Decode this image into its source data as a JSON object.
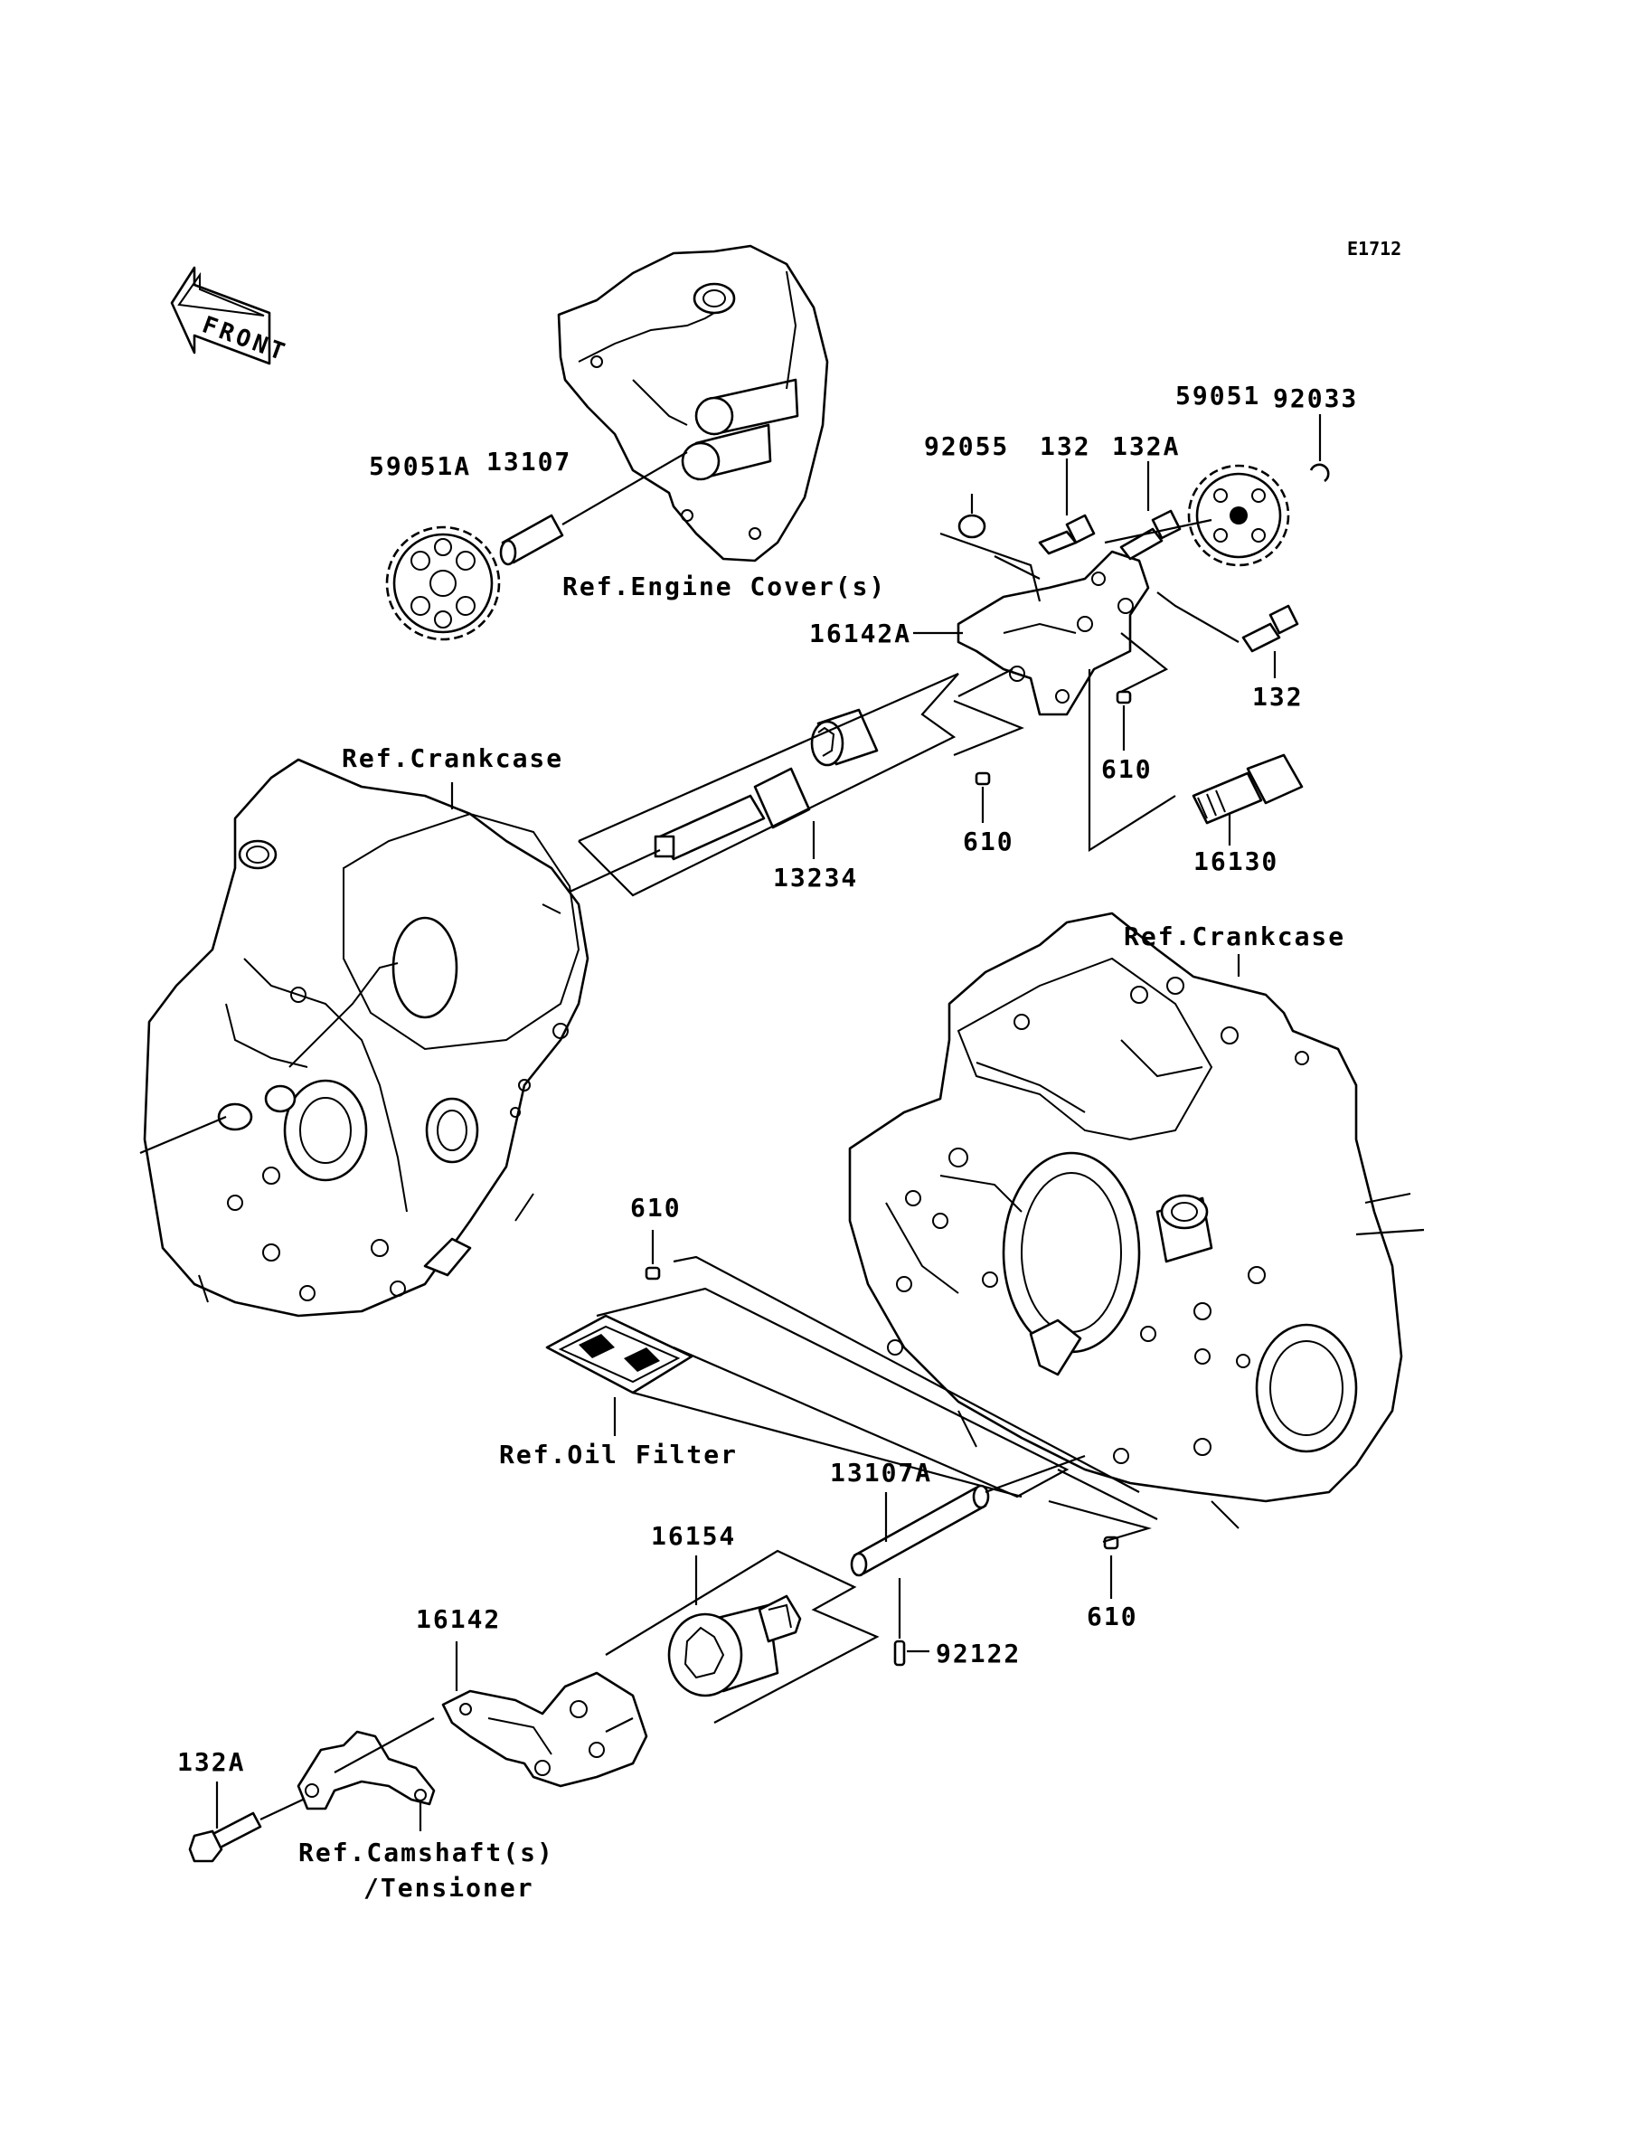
{
  "diagram_code": "E1712",
  "front_arrow": "FRONT",
  "labels": {
    "p59051A": "59051A",
    "p13107": "13107",
    "ref_engine_cover": "Ref.Engine Cover(s)",
    "p92055": "92055",
    "p132_top": "132",
    "p132A_top": "132A",
    "p59051": "59051",
    "p92033": "92033",
    "p16142A": "16142A",
    "p132_right": "132",
    "ref_crankcase_left": "Ref.Crankcase",
    "p610_a": "610",
    "p610_b": "610",
    "p13234": "13234",
    "p16130": "16130",
    "ref_crankcase_right": "Ref.Crankcase",
    "p610_c": "610",
    "ref_oil_filter": "Ref.Oil Filter",
    "p13107A": "13107A",
    "p16154": "16154",
    "p610_d": "610",
    "p16142": "16142",
    "p92122": "92122",
    "p132A_bottom": "132A",
    "ref_camshaft_1": "Ref.Camshaft(s)",
    "ref_camshaft_2": "/Tensioner"
  }
}
